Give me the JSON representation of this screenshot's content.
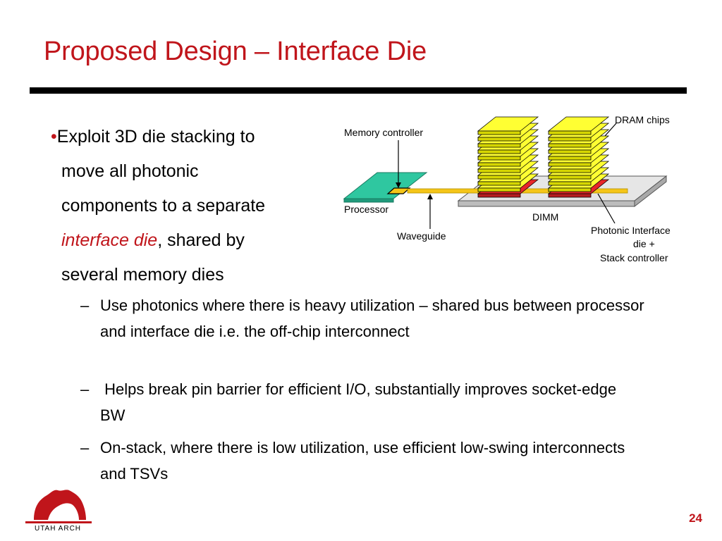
{
  "slide": {
    "title": "Proposed Design – Interface Die",
    "page_number": "24"
  },
  "main_bullet": {
    "marker": "•",
    "line1": "Exploit 3D die stacking  to",
    "line2": "move all photonic",
    "line3": "components to a separate",
    "emphasis": "interface die",
    "line4_rest": ", shared by",
    "line5": "several memory dies"
  },
  "sub_bullets": [
    {
      "marker": "–",
      "text": "Use photonics where there is heavy utilization – shared bus between processor and interface die i.e. the off-chip interconnect"
    },
    {
      "marker": "–",
      "text": " Helps break pin barrier for efficient I/O, substantially improves socket-edge BW"
    },
    {
      "marker": "–",
      "text": "On-stack, where there is low utilization, use efficient low-swing interconnects and TSVs"
    }
  ],
  "diagram": {
    "memory_controller": "Memory controller",
    "processor": "Processor",
    "waveguide": "Waveguide",
    "dram_chips": "DRAM chips",
    "dimm": "DIMM",
    "photonic_line1": "Photonic Interface",
    "photonic_line2": "die +",
    "photonic_line3": "Stack controller",
    "colors": {
      "processor": "#2fc7a0",
      "dram": "#ffff33",
      "interface_die": "#e8262a",
      "waveguide": "#f5c518",
      "dimm": "#d9d9d9"
    }
  },
  "logo": {
    "text": "UTAH ARCH",
    "color": "#c0151b"
  }
}
